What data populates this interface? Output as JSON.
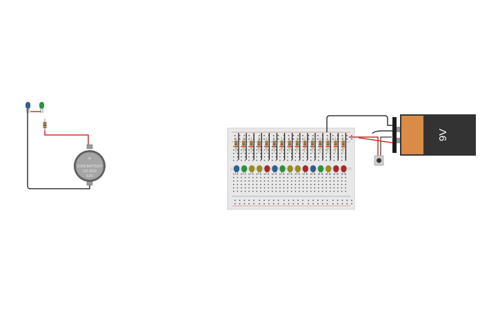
{
  "coin_battery": {
    "symbol": "+",
    "line1": "COIN BATTERY",
    "line2": "CR 2032",
    "line3": "3.0V"
  },
  "battery_9v": {
    "label": "9V"
  },
  "colors": {
    "wire_red": "#d42a2a",
    "wire_black": "#333333",
    "breadboard": "#e8e8e8",
    "battery_body": "#333333",
    "battery_label": "#d98c47",
    "led_blue": "#2d5f8f",
    "led_green": "#2f8f3a",
    "led_yellow": "#9a8c20",
    "led_red": "#a82828"
  },
  "left_circuit": {
    "leds": [
      "blue",
      "green"
    ]
  },
  "breadboard": {
    "led_colors": [
      "blue",
      "green",
      "yellow",
      "yellow",
      "red",
      "blue",
      "green",
      "yellow",
      "yellow",
      "red",
      "blue",
      "green",
      "yellow",
      "red",
      "red"
    ]
  }
}
